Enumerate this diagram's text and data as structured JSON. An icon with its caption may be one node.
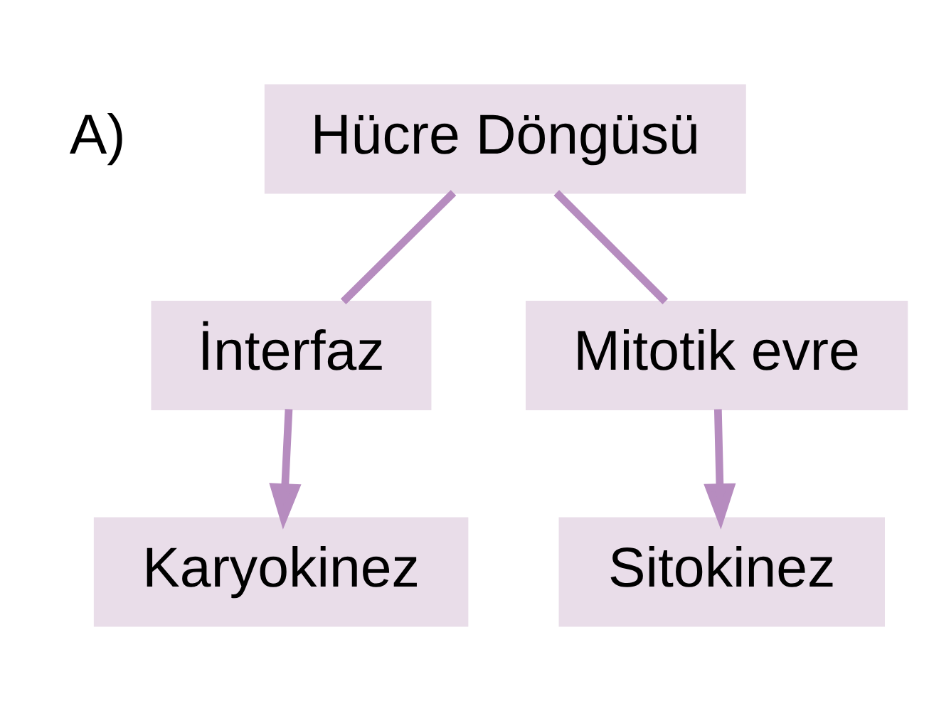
{
  "diagram": {
    "nodes": [
      {
        "text": [
          "Hücre Döngüsü"
        ]
      },
      {
        "text": [
          "İnterfaz"
        ]
      },
      {
        "text": [
          "Mitotik evre"
        ]
      },
      {
        "text": [
          "Karyokinez"
        ]
      },
      {
        "text": [
          "Sitokinez"
        ]
      }
    ],
    "edges": [
      {
        "from": 0,
        "to": 1,
        "arrow": "none"
      },
      {
        "from": 0,
        "to": 2,
        "arrow": "none"
      },
      {
        "from": 1,
        "to": 3,
        "arrow": "to"
      },
      {
        "from": 2,
        "to": 4,
        "arrow": "to"
      }
    ],
    "labels": [
      "A)"
    ]
  }
}
